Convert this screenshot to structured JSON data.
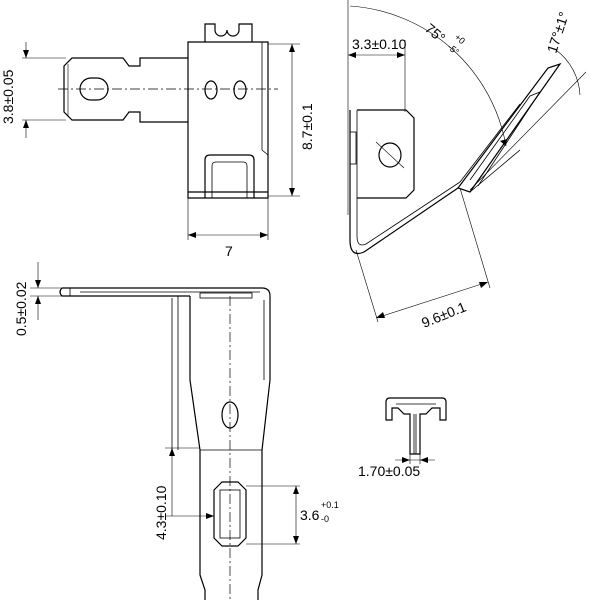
{
  "dimensions": {
    "d_3_8": "3.8±0.05",
    "d_8_7": "8.7±0.1",
    "d_7": "7",
    "d_0_5": "0.5±0.02",
    "d_4_3": "4.3±0.10",
    "d_3_6": "3.6",
    "d_3_6_tol_upper": "+0.1",
    "d_3_6_tol_lower": "-0",
    "d_3_3": "3.3±0.10",
    "d_75": "75°",
    "d_75_tol_upper": "+0",
    "d_75_tol_lower": "-5°",
    "d_17": "17°±1°",
    "d_9_6": "9.6±0.1",
    "d_1_70": "1.70±0.05"
  }
}
